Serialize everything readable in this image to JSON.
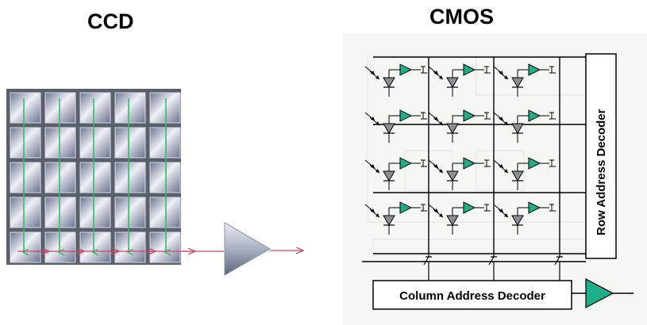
{
  "ccd": {
    "title": "CCD"
  },
  "cmos": {
    "title": "CMOS",
    "row_decoder_label": "Row Address Decoder",
    "column_decoder_label": "Column Address Decoder"
  },
  "colors": {
    "arrow_green": "#3cb86c",
    "arrow_red": "#c84a6a",
    "amplifier_teal": "#1fae8a",
    "photodiode_gray": "#8a8f94"
  }
}
